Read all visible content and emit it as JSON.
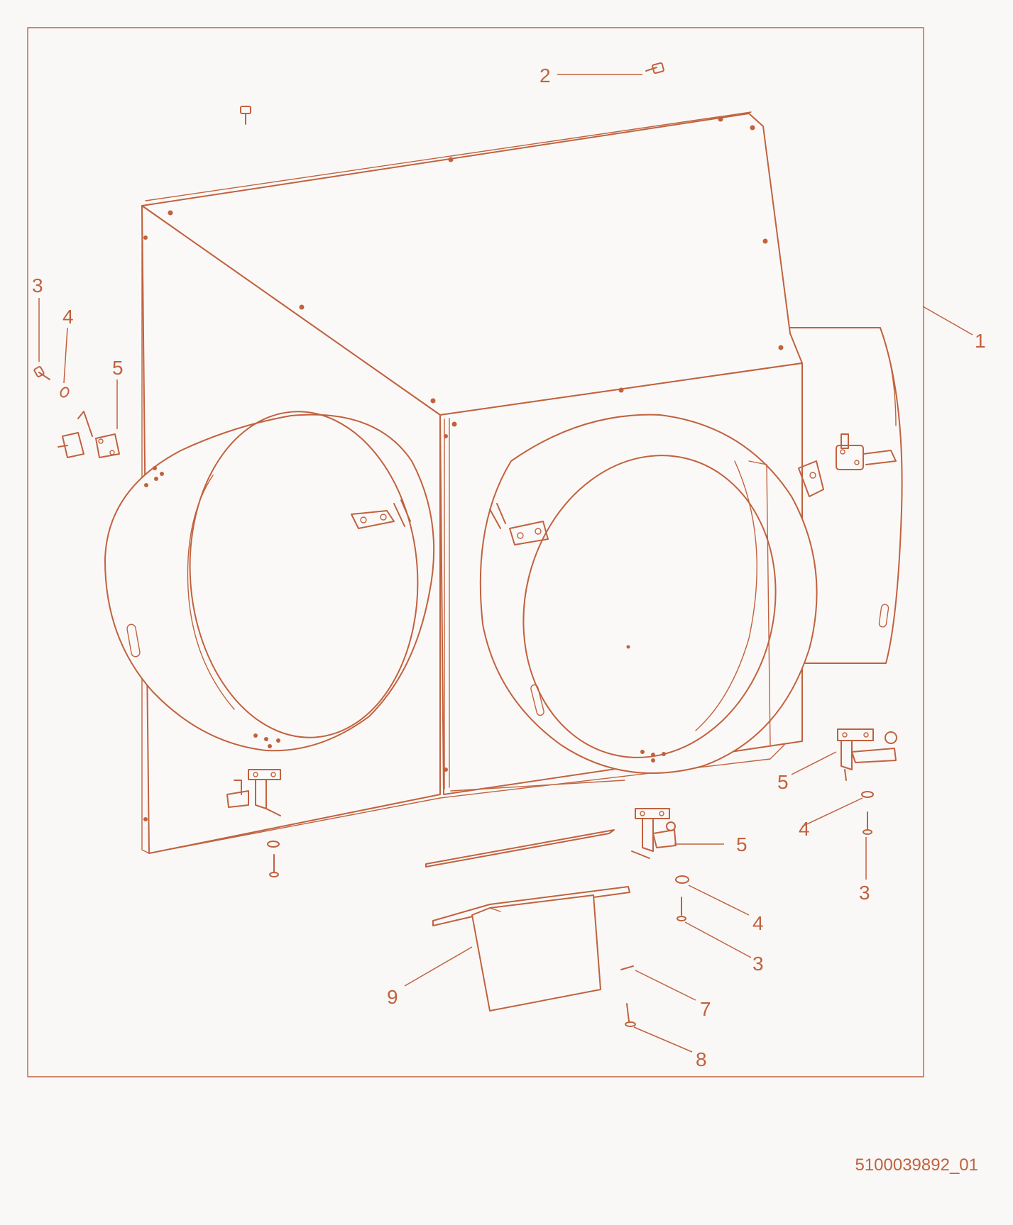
{
  "colors": {
    "line": "#c0623f",
    "background": "#faf8f6"
  },
  "callouts": {
    "c1": "1",
    "c2": "2",
    "c3a": "3",
    "c4a": "4",
    "c5a": "5",
    "c5b": "5",
    "c4b": "4",
    "c3b": "3",
    "c5c": "5",
    "c4c": "4",
    "c3c": "3",
    "c9": "9",
    "c7": "7",
    "c8": "8"
  },
  "drawing_number": "5100039892_01"
}
